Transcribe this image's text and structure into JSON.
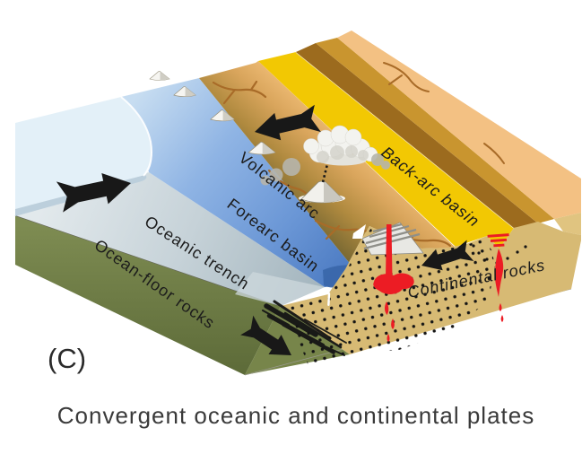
{
  "figure": {
    "panel_label": "(C)",
    "caption": "Convergent oceanic and continental plates"
  },
  "labels": {
    "back_arc_basin": "Back-arc basin",
    "volcanic_arc": "Volcanic arc",
    "forearc_basin": "Forearc basin",
    "oceanic_trench": "Oceanic trench",
    "ocean_floor_rocks": "Ocean-floor rocks",
    "continental_rocks": "Continental rocks"
  },
  "colors": {
    "ocean_surface_sheet": "#e3f0f8",
    "forearc_water": "#7fa9dd",
    "trench_slope_gray": "#c2cfd5",
    "ocean_plate_green": "#75834b",
    "arc_slope_olive": "#55603a",
    "continent_surface_orange": "#f3c183",
    "crack_brown": "#a86b28",
    "back_arc_yellow": "#f2c803",
    "back_arc_shadow_brown": "#9c6b1e",
    "raised_block_gold": "#c9952f",
    "continental_crust_tan": "#d7ba74",
    "magma_red": "#ec1c24",
    "arrow_black": "#181818",
    "label_text": "#1c1c1c",
    "caption_text": "#3a3a3a"
  },
  "icons": {
    "plate_motion_arrow": "bent black block arrow",
    "volcano": "white cone with shaded flank",
    "eruption_cloud": "gray-white puff cluster with dotted ash column",
    "magma": "red conduit, chamber, sills and drips",
    "rock_strata": "tilted gray layered beds",
    "stipple": "black dot pattern on crust cross-section"
  }
}
